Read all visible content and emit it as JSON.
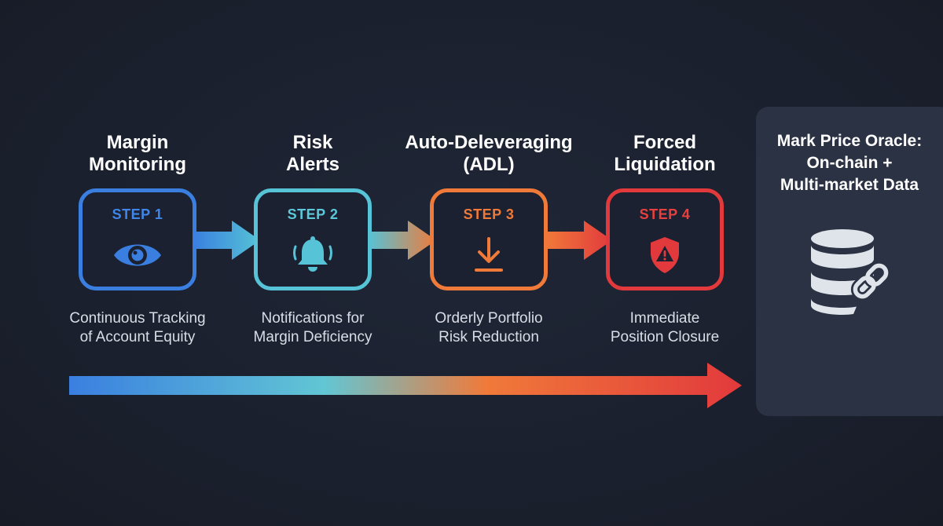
{
  "colors": {
    "background": "#1b2130",
    "panel": "#2a3244",
    "step1": "#3a7fe0",
    "step2": "#56c3d6",
    "step3": "#f07a3a",
    "step4": "#e2393c"
  },
  "steps": [
    {
      "title_lines": [
        "Margin",
        "Monitoring"
      ],
      "label": "STEP 1",
      "icon": "eye-icon",
      "desc_lines": [
        "Continuous Tracking",
        "of Account Equity"
      ]
    },
    {
      "title_lines": [
        "Risk",
        "Alerts"
      ],
      "label": "STEP 2",
      "icon": "bell-icon",
      "desc_lines": [
        "Notifications for",
        "Margin Deficiency"
      ]
    },
    {
      "title_lines": [
        "Auto-Deleveraging",
        "(ADL)"
      ],
      "label": "STEP 3",
      "icon": "download-icon",
      "desc_lines": [
        "Orderly Portfolio",
        "Risk Reduction"
      ]
    },
    {
      "title_lines": [
        "Forced",
        "Liquidation"
      ],
      "label": "STEP 4",
      "icon": "shield-warning-icon",
      "desc_lines": [
        "Immediate",
        "Position Closure"
      ]
    }
  ],
  "oracle": {
    "title_lines": [
      "Mark Price Oracle:",
      "On-chain +",
      "Multi-market Data"
    ],
    "icon": "database-link-icon"
  }
}
